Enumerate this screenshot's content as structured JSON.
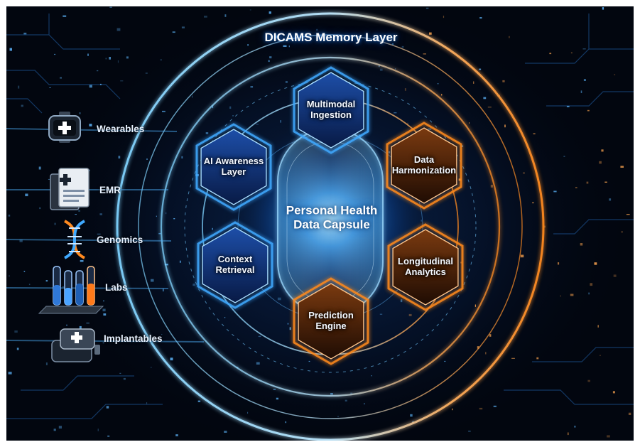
{
  "layer_title": "DICAMS Memory Layer",
  "core_label_line1": "Personal Health",
  "core_label_line2": "Data Capsule",
  "sources": [
    {
      "label": "Wearables",
      "icon": "smartwatch-icon"
    },
    {
      "label": "EMR",
      "icon": "medical-record-icon"
    },
    {
      "label": "Genomics",
      "icon": "dna-icon"
    },
    {
      "label": "Labs",
      "icon": "test-tubes-icon"
    },
    {
      "label": "Implantables",
      "icon": "implant-device-icon"
    }
  ],
  "modules": [
    {
      "line1": "Multimodal",
      "line2": "Ingestion",
      "tone": "blue"
    },
    {
      "line1": "Data",
      "line2": "Harmonization",
      "tone": "orange"
    },
    {
      "line1": "Longitudinal",
      "line2": "Analytics",
      "tone": "orange"
    },
    {
      "line1": "Prediction",
      "line2": "Engine",
      "tone": "orange"
    },
    {
      "line1": "Context",
      "line2": "Retrieval",
      "tone": "blue"
    },
    {
      "line1": "AI Awareness",
      "line2": "Layer",
      "tone": "blue"
    }
  ],
  "colors": {
    "background": "#02060f",
    "blue_glow": "#3fa9ff",
    "orange_glow": "#ff8a1f",
    "hex_blue_fill": "#0d2a66",
    "hex_orange_fill": "#3a1a08"
  }
}
